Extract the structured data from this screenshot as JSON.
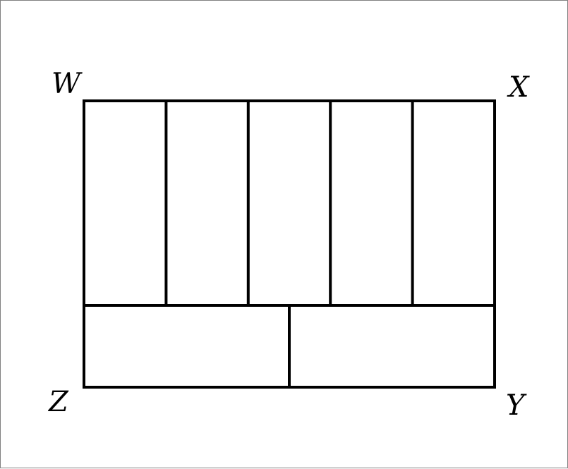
{
  "diagram": {
    "vertices": {
      "top_left": "W",
      "top_right": "X",
      "bottom_right": "Y",
      "bottom_left": "Z"
    },
    "upper_row_rectangles": 5,
    "lower_row_rectangles": 2,
    "colors": {
      "line": "#000000",
      "background": "#ffffff",
      "frame": "#808080"
    }
  }
}
